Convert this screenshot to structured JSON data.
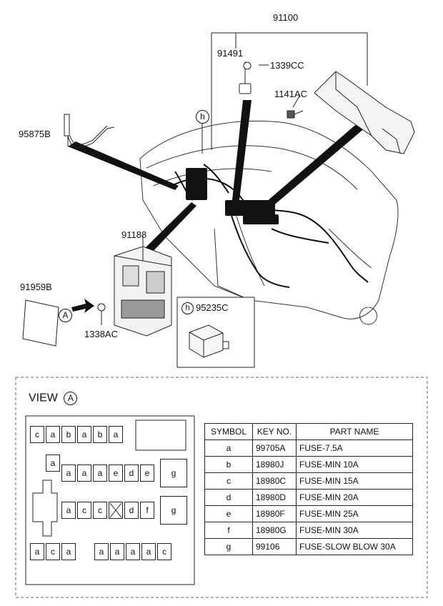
{
  "callouts": {
    "main_harness": "91100",
    "bracket": "91491",
    "nut_top": "1339CC",
    "bolt": "1141AC",
    "sensor": "95875B",
    "junction_box": "91188",
    "label_plate": "91959B",
    "nut_box": "1338AC",
    "relay_ref": "h",
    "relay_box_letter": "h",
    "relay": "95235C",
    "view_marker": "A"
  },
  "view": {
    "title": "VIEW",
    "marker": "A"
  },
  "fuse_layout": {
    "row1": [
      "c",
      "a",
      "b",
      "a",
      "b",
      "a"
    ],
    "row2_lead": "a",
    "row2": [
      "a",
      "a",
      "a",
      "e",
      "d",
      "e"
    ],
    "row2_big": "g",
    "row3": [
      "a",
      "c",
      "c",
      "",
      "d",
      "f"
    ],
    "row3_big": "g",
    "row4_left": [
      "a",
      "c",
      "a"
    ],
    "row4_right": [
      "a",
      "a",
      "a",
      "a",
      "c"
    ]
  },
  "parts_table": {
    "headers": [
      "SYMBOL",
      "KEY NO.",
      "PART NAME"
    ],
    "rows": [
      {
        "symbol": "a",
        "key": "99705A",
        "name": "FUSE-7.5A"
      },
      {
        "symbol": "b",
        "key": "18980J",
        "name": "FUSE-MIN 10A"
      },
      {
        "symbol": "c",
        "key": "18980C",
        "name": "FUSE-MIN 15A"
      },
      {
        "symbol": "d",
        "key": "18980D",
        "name": "FUSE-MIN 20A"
      },
      {
        "symbol": "e",
        "key": "18980F",
        "name": "FUSE-MIN 25A"
      },
      {
        "symbol": "f",
        "key": "18980G",
        "name": "FUSE-MIN 30A"
      },
      {
        "symbol": "g",
        "key": "99106",
        "name": "FUSE-SLOW BLOW 30A"
      }
    ]
  }
}
